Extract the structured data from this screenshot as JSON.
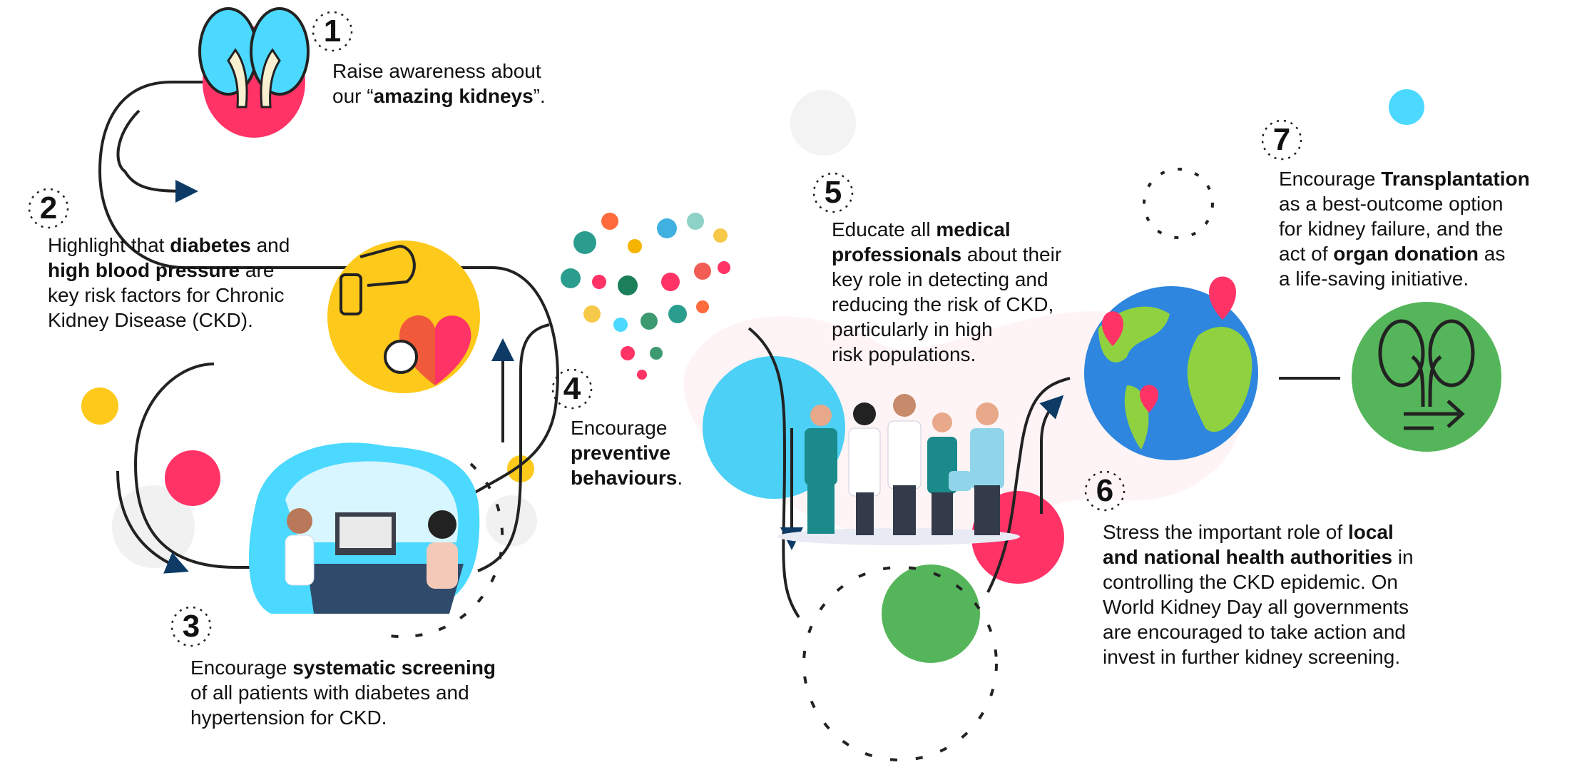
{
  "colors": {
    "pink": "#ff3366",
    "yellow": "#fdc91b",
    "cyan": "#4cd9ff",
    "green": "#55b55a",
    "dark": "#222222",
    "arrow": "#0d3b66",
    "grey": "#f3f3f3"
  },
  "steps": [
    {
      "number": "1",
      "lines": [
        [
          {
            "t": "Raise awareness about",
            "b": false
          }
        ],
        [
          {
            "t": "our “",
            "b": false
          },
          {
            "t": "amazing kidneys",
            "b": true
          },
          {
            "t": "”.",
            "b": false
          }
        ]
      ]
    },
    {
      "number": "2",
      "lines": [
        [
          {
            "t": "Highlight that ",
            "b": false
          },
          {
            "t": "diabetes",
            "b": true
          },
          {
            "t": " and",
            "b": false
          }
        ],
        [
          {
            "t": "high blood pressure",
            "b": true
          },
          {
            "t": " are",
            "b": false
          }
        ],
        [
          {
            "t": "key risk factors for Chronic",
            "b": false
          }
        ],
        [
          {
            "t": "Kidney Disease (CKD).",
            "b": false
          }
        ]
      ]
    },
    {
      "number": "3",
      "lines": [
        [
          {
            "t": "Encourage ",
            "b": false
          },
          {
            "t": "systematic screening",
            "b": true
          }
        ],
        [
          {
            "t": "of all patients with diabetes and",
            "b": false
          }
        ],
        [
          {
            "t": "hypertension for CKD.",
            "b": false
          }
        ]
      ]
    },
    {
      "number": "4",
      "lines": [
        [
          {
            "t": "Encourage",
            "b": false
          }
        ],
        [
          {
            "t": "preventive",
            "b": true
          }
        ],
        [
          {
            "t": "behaviours",
            "b": true
          },
          {
            "t": ".",
            "b": false
          }
        ]
      ]
    },
    {
      "number": "5",
      "lines": [
        [
          {
            "t": "Educate all ",
            "b": false
          },
          {
            "t": "medical",
            "b": true
          }
        ],
        [
          {
            "t": "professionals",
            "b": true
          },
          {
            "t": " about their",
            "b": false
          }
        ],
        [
          {
            "t": "key role in detecting and",
            "b": false
          }
        ],
        [
          {
            "t": "reducing the risk of CKD,",
            "b": false
          }
        ],
        [
          {
            "t": "particularly in high",
            "b": false
          }
        ],
        [
          {
            "t": "risk populations.",
            "b": false
          }
        ]
      ]
    },
    {
      "number": "6",
      "lines": [
        [
          {
            "t": "Stress the important role of ",
            "b": false
          },
          {
            "t": "local",
            "b": true
          }
        ],
        [
          {
            "t": "and national health authorities",
            "b": true
          },
          {
            "t": " in",
            "b": false
          }
        ],
        [
          {
            "t": "controlling the CKD epidemic. On",
            "b": false
          }
        ],
        [
          {
            "t": "World Kidney Day all governments",
            "b": false
          }
        ],
        [
          {
            "t": "are encouraged to take action and",
            "b": false
          }
        ],
        [
          {
            "t": "invest in further kidney screening.",
            "b": false
          }
        ]
      ]
    },
    {
      "number": "7",
      "lines": [
        [
          {
            "t": "Encourage ",
            "b": false
          },
          {
            "t": "Transplantation",
            "b": true
          }
        ],
        [
          {
            "t": "as a best-outcome option",
            "b": false
          }
        ],
        [
          {
            "t": "for kidney failure, and the",
            "b": false
          }
        ],
        [
          {
            "t": "act of ",
            "b": false
          },
          {
            "t": "organ donation",
            "b": true
          },
          {
            "t": " as",
            "b": false
          }
        ],
        [
          {
            "t": "a life-saving initiative.",
            "b": false
          }
        ]
      ]
    }
  ]
}
